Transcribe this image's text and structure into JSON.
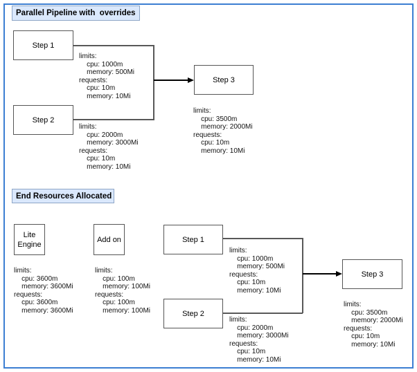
{
  "colors": {
    "frame_border": "#3b7ed2",
    "title_fill": "#dae8fc",
    "title_border": "#8da5c6",
    "node_border": "#555555",
    "connector": "#585858",
    "arrow": "#000000"
  },
  "top": {
    "title": "Parallel Pipeline with  overrides",
    "step1": {
      "label": "Step 1",
      "resources": "limits:\n    cpu: 1000m\n    memory: 500Mi\nrequests:\n    cpu: 10m\n    memory: 10Mi"
    },
    "step2": {
      "label": "Step 2",
      "resources": "limits:\n    cpu: 2000m\n    memory: 3000Mi\nrequests:\n    cpu: 10m\n    memory: 10Mi"
    },
    "step3": {
      "label": "Step 3",
      "resources": "limits:\n    cpu: 3500m\n    memory: 2000Mi\nrequests:\n    cpu: 10m\n    memory: 10Mi"
    }
  },
  "bottom": {
    "title": "End Resources Allocated",
    "lite_engine": {
      "label": "Lite\nEngine",
      "resources": "limits:\n    cpu: 3600m\n    memory: 3600Mi\nrequests:\n    cpu: 3600m\n    memory: 3600Mi"
    },
    "add_on": {
      "label": "Add on",
      "resources": "limits:\n    cpu: 100m\n    memory: 100Mi\nrequests:\n    cpu: 100m\n    memory: 100Mi"
    },
    "step1": {
      "label": "Step 1",
      "resources": "limits:\n    cpu: 1000m\n    memory: 500Mi\nrequests:\n    cpu: 10m\n    memory: 10Mi"
    },
    "step2": {
      "label": "Step 2",
      "resources": "limits:\n    cpu: 2000m\n    memory: 3000Mi\nrequests:\n    cpu: 10m\n    memory: 10Mi"
    },
    "step3": {
      "label": "Step 3",
      "resources": "limits:\n    cpu: 3500m\n    memory: 2000Mi\nrequests:\n    cpu: 10m\n    memory: 10Mi"
    }
  }
}
